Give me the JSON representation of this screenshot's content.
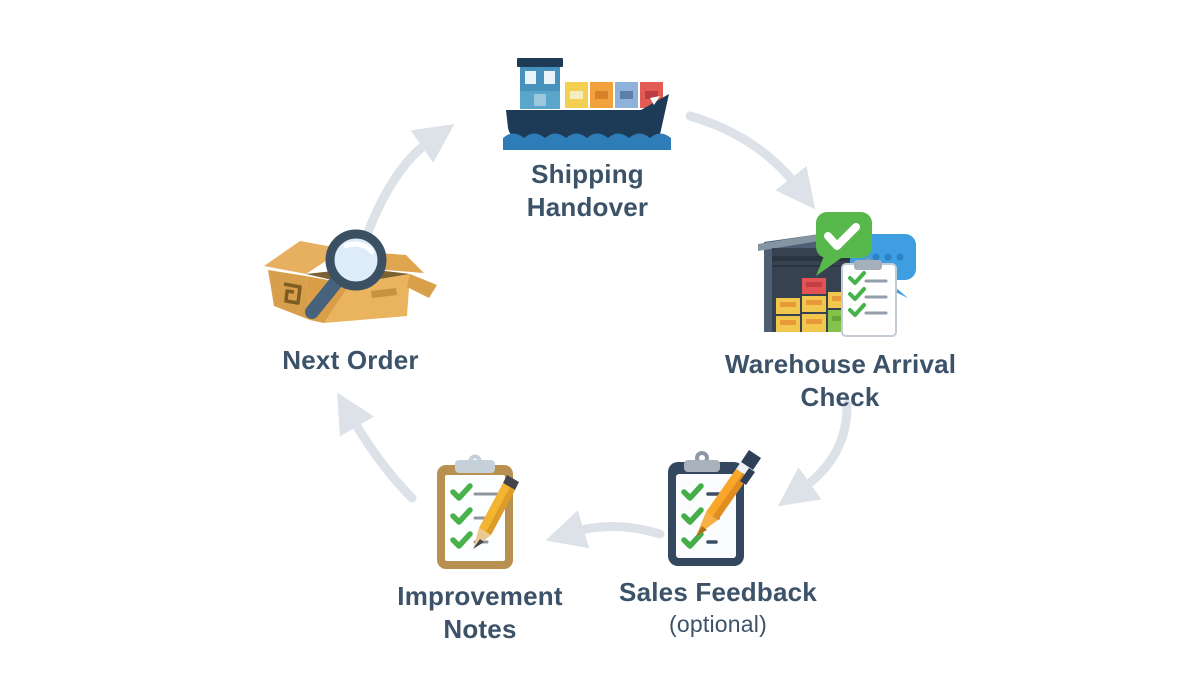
{
  "diagram": {
    "type": "cycle",
    "direction": "clockwise",
    "stages": [
      {
        "id": "shipping-handover",
        "lines": [
          "Shipping",
          "Handover"
        ],
        "icon": "cargo-ship-icon"
      },
      {
        "id": "warehouse-arrival-check",
        "lines": [
          "Warehouse Arrival",
          "Check"
        ],
        "icon": "warehouse-inspection-icon"
      },
      {
        "id": "sales-feedback",
        "lines": [
          "Sales Feedback",
          "(optional)"
        ],
        "icon": "clipboard-pen-icon"
      },
      {
        "id": "improvement-notes",
        "lines": [
          "Improvement",
          "Notes"
        ],
        "icon": "clipboard-pencil-icon"
      },
      {
        "id": "next-order",
        "lines": [
          "Next Order"
        ],
        "icon": "box-magnifying-glass-icon"
      }
    ],
    "connections": [
      {
        "from": "next-order",
        "to": "shipping-handover"
      },
      {
        "from": "shipping-handover",
        "to": "warehouse-arrival-check"
      },
      {
        "from": "warehouse-arrival-check",
        "to": "sales-feedback"
      },
      {
        "from": "sales-feedback",
        "to": "improvement-notes"
      },
      {
        "from": "improvement-notes",
        "to": "next-order"
      }
    ],
    "palette": {
      "label_text": "#3b5269",
      "arrow_gray": "#dde2e9",
      "navy": "#1d3a57",
      "wave_blue": "#2e7cb8",
      "cabin_blue": "#4792bd",
      "container_yellow": "#f4d052",
      "container_orange": "#f2a23c",
      "container_blue": "#8fb2da",
      "container_red": "#e25b55",
      "warehouse_slate": "#4e5f73",
      "bubble_green": "#57b94b",
      "bubble_blue": "#3f9de2",
      "check_green": "#47b14a",
      "clipboard_navy": "#33485f",
      "clipboard_tan": "#b8904f",
      "pen_orange": "#f9a72b",
      "pencil_yellow": "#f2b431",
      "box_tan": "#e7b061",
      "magnifier_slate": "#3c5064",
      "glass_blue": "#ddecf8"
    }
  }
}
